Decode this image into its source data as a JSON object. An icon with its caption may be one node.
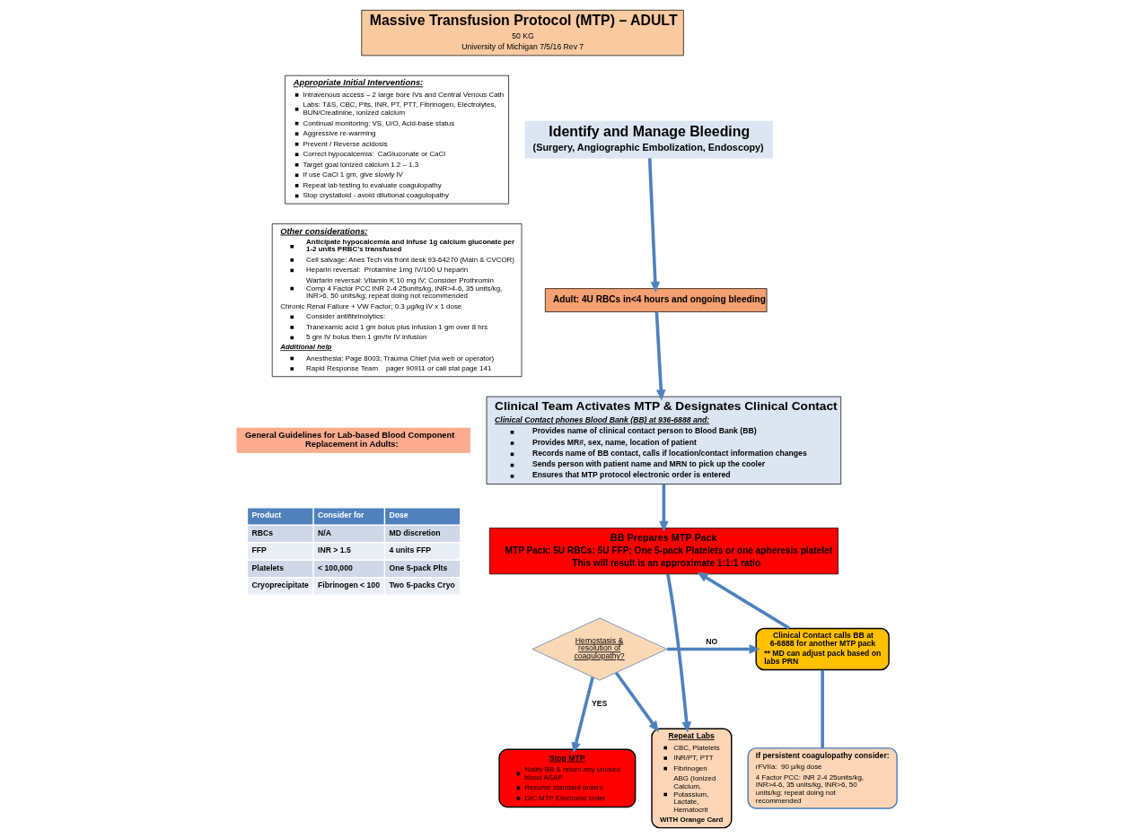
{
  "diagram": {
    "nodes": [
      {
        "text": [
          "Massive Transfusion Protocol (MTP) – ADULT",
          "50 KG",
          "University of Michigan 7/5/16 Rev 7"
        ]
      },
      {
        "text": [
          "Appropriate Initial Interventions:",
          "Intravenous access – 2 large bore IVs and Central Venous Cath",
          "Labs: T&S, CBC, Plts, INR, PT, PTT, Fibrinogen, Electrolytes, BUN/Creatinine, ionized calcium",
          "Continual monitoring: VS, U/O, Acid-base status",
          "Aggressive re-warming",
          "Prevent / Reverse acidosis",
          "Correct hypocalcemia:  CaGluconate or CaCl",
          "Target goal ionized calcium 1.2 – 1.3",
          "If use CaCl 1 gm, give slowly IV",
          "Repeat lab testing to evaluate coagulopathy",
          "Stop crystalloid - avoid dilutional coagulopathy"
        ]
      },
      {
        "text": [
          "Other considerations:",
          "Anticipate hypocalcemia and infuse 1g calcium gluconate per 1-2 units PRBC’s transfused",
          "Cell salvage: Anes Tech via front desk 93-64270 (Main & CVCOR)",
          "Heparin reversal:  Protamine 1mg IV/100 U heparin",
          "Warfarin reversal: Vitamin K 10 mg IV; Consider Prothromin Comp 4 Factor PCC INR 2-4 25units/kg, INR>4-6, 35 units/kg, INR>6, 50 units/kg; repeat doing not recommended",
          "Chronic Renal Failure + VW Factor; 0.3 µg/kg IV x 1 dose",
          "Consider antifibrinolytics:",
          "Tranexamic acid 1 gm bolus plus infusion 1 gm over 8 hrs",
          "5 gm IV bolus then 1 gm/hr IV infusion",
          "Additional help",
          "Anesthesia: Page 8003; Trauma Chief (via web or operator)",
          "Rapid Response Team    pager 90911 or call stat page 141"
        ]
      },
      {
        "text": [
          "General Guidelines for Lab-based Blood Component Replacement in Adults:"
        ]
      },
      {
        "text": [
          "Identify and Manage Bleeding",
          "(Surgery, Angiographic Embolization, Endoscopy)"
        ]
      },
      {
        "text": [
          "Adult: 4U RBCs in<4 hours and ongoing bleeding"
        ]
      },
      {
        "text": [
          "Clinical Team Activates MTP & Designates Clinical Contact",
          "Clinical Contact phones Blood Bank (BB) at 936-6888 and:",
          "Provides name of clinical contact person to Blood Bank (BB)",
          "Provides MR#, sex, name, location of patient",
          "Records name of BB contact, calls if location/contact information changes",
          "Sends person with patient name and MRN to pick up the cooler",
          "Ensures that MTP protocol electronic order is entered"
        ]
      },
      {
        "text": [
          "BB Prepares MTP Pack",
          "MTP Pack: 5U RBCs; 5U FFP; One 5-pack Platelets or one apheresis platelet",
          "This will result is an approximate 1:1:1 ratio"
        ]
      },
      {
        "text": [
          "Hemostasis & resolution of coagulopathy?"
        ]
      },
      {
        "text": [
          "Clinical Contact calls BB at 6-6888 for another MTP pack",
          "** MD can adjust pack based on labs PRN"
        ]
      },
      {
        "text": [
          "Repeat Labs",
          "CBC, Platelets",
          "INR/PT, PTT",
          "Fibrinogen",
          "ABG (Ionized Calcium, Potassium, Lactate, Hematocrit",
          "WITH Orange Card"
        ]
      },
      {
        "text": [
          "Stop MTP",
          "Notify BB & return any unused blood ASAP",
          "Resume standard orders",
          "D/C MTP Electronic order"
        ]
      },
      {
        "text": [
          "If persistent coagulopathy consider:",
          "rFVIIa:  90 µ/kg dose",
          "4 Factor PCC: INR 2-4 25units/kg, INR>4-6, 35 units/kg, INR>6, 50 units/kg; repeat doing not recommended"
        ]
      }
    ],
    "edges": [
      {
        "from": 4,
        "to": 5,
        "arrow": "to"
      },
      {
        "from": 5,
        "to": 6,
        "arrow": "to"
      },
      {
        "from": 6,
        "to": 7,
        "arrow": "to"
      },
      {
        "from": 7,
        "to": 10,
        "arrow": "to"
      },
      {
        "from": 8,
        "to": 9,
        "arrow": "to",
        "label": "NO"
      },
      {
        "from": 8,
        "to": 10,
        "arrow": "to"
      },
      {
        "from": 8,
        "to": 11,
        "arrow": "to",
        "label": "YES"
      },
      {
        "from": 9,
        "to": 7,
        "arrow": "to"
      },
      {
        "from": 9,
        "to": 12,
        "arrow": "none"
      }
    ],
    "labels": [
      "Product",
      "Consider for",
      "Dose",
      "RBCs",
      "N/A",
      "MD discretion",
      "FFP",
      "INR > 1.5",
      "4 units FFP",
      "Platelets",
      "< 100,000",
      "One 5-pack Plts",
      "Cryoprecipitate",
      "Fibrinogen < 100",
      "Two 5-packs Cryo"
    ]
  }
}
